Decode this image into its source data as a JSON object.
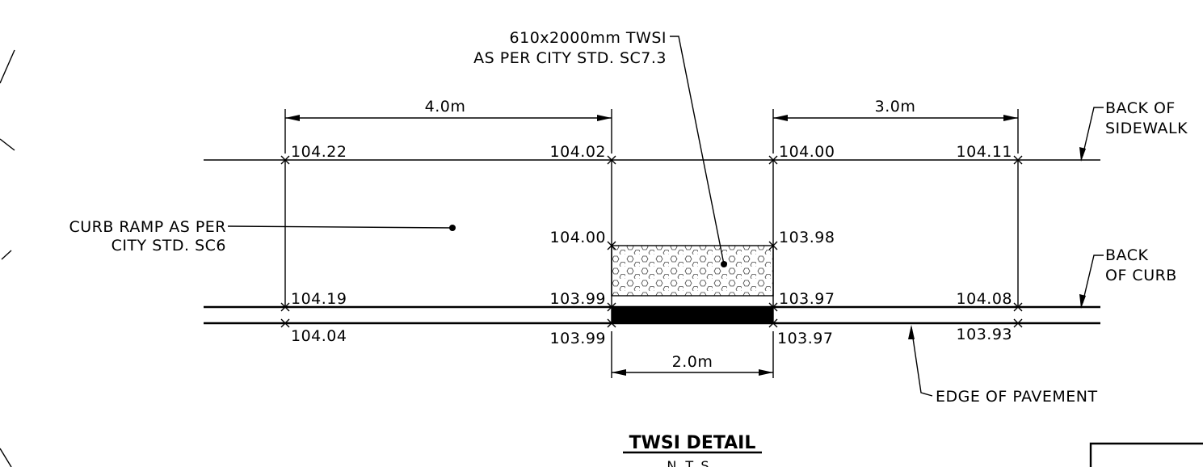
{
  "drawing": {
    "title": "TWSI DETAIL",
    "subtitle": "N.T.S.",
    "dimensions": {
      "left_width": "4.0m",
      "right_width": "3.0m",
      "twsi_width": "2.0m"
    },
    "labels": {
      "twsi_note_line1": "610x2000mm TWSI",
      "twsi_note_line2": "AS PER CITY STD. SC7.3",
      "curb_ramp_line1": "CURB RAMP AS PER",
      "curb_ramp_line2": "CITY STD. SC6",
      "back_of_sidewalk_line1": "BACK OF",
      "back_of_sidewalk_line2": "SIDEWALK",
      "back_of_curb_line1": "BACK",
      "back_of_curb_line2": "OF CURB",
      "edge_of_pavement": "EDGE OF PAVEMENT"
    },
    "elevations": {
      "sidewalk_left": "104.22",
      "sidewalk_mid_left": "104.02",
      "sidewalk_mid_right": "104.00",
      "sidewalk_right": "104.11",
      "twsi_top_left": "104.00",
      "twsi_top_right": "103.98",
      "curb_left": "104.19",
      "curb_mid_left": "103.99",
      "curb_mid_right": "103.97",
      "curb_right": "104.08",
      "pavement_left": "104.04",
      "pavement_mid_left": "103.99",
      "pavement_mid_right": "103.97",
      "pavement_right": "103.93"
    }
  }
}
